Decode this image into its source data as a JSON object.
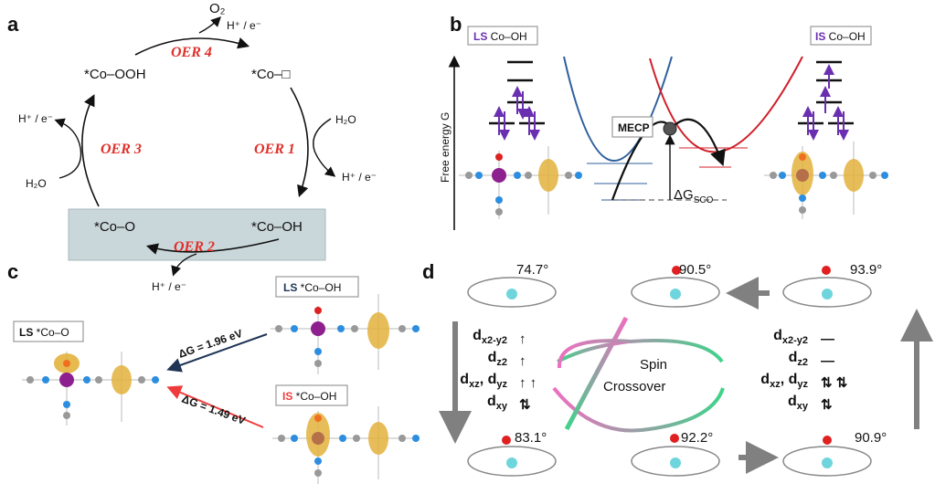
{
  "panel_labels": {
    "a": "a",
    "b": "b",
    "c": "c",
    "d": "d"
  },
  "panel_a": {
    "species": {
      "co_ooh": "*Co–OOH",
      "co_vac": "*Co–□",
      "co_oh": "*Co–OH",
      "co_o": "*Co–O"
    },
    "steps": {
      "oer1": "OER 1",
      "oer2": "OER 2",
      "oer3": "OER 3",
      "oer4": "OER 4"
    },
    "reagents": {
      "o2": "O₂",
      "h_e_top": "H⁺ / e⁻",
      "h2o_right": "H₂O",
      "h_e_right": "H⁺ / e⁻",
      "h_e_left": "H⁺ / e⁻",
      "h2o_left": "H₂O",
      "h_e_bottom": "H⁺ / e⁻"
    },
    "highlight_color": "#c9d6da"
  },
  "panel_b": {
    "ls_box": {
      "prefix": "LS",
      "text": " Co–OH"
    },
    "is_box": {
      "prefix": "IS",
      "text": " Co–OH"
    },
    "y_axis_label": "Free energy G",
    "mecp_label": "MECP",
    "delta_g_label": "ΔG",
    "delta_g_sub": "SCO",
    "colors": {
      "ls_curve": "#2f5f9e",
      "is_curve": "#d0202a",
      "spin": "#6a2fb0"
    }
  },
  "panel_c": {
    "product_box": {
      "prefix": "LS",
      "text": " *Co–O"
    },
    "ls_box": {
      "prefix": "LS",
      "text": " *Co–OH"
    },
    "is_box": {
      "prefix": "IS",
      "text": " *Co–OH"
    },
    "ls_path_energy": "ΔG = 1.96 eV",
    "is_path_energy": "ΔG = 1.49 eV",
    "colors": {
      "ls_arrow": "#1f3556",
      "is_arrow": "#ef3b3b"
    }
  },
  "panel_d": {
    "angles": [
      "74.7°",
      "90.5°",
      "93.9°",
      "83.1°",
      "92.2°",
      "90.9°"
    ],
    "center_label_line1": "Spin",
    "center_label_line2": "Crossover",
    "left_orbitals": [
      {
        "name": "d",
        "sub": "x2-y2",
        "occupancy": "↑"
      },
      {
        "name": "d",
        "sub": "z2",
        "occupancy": "↑"
      },
      {
        "name": "d",
        "sub": "xz",
        "name2": ", d",
        "sub2": "yz",
        "occupancy": "↑ ↑"
      },
      {
        "name": "d",
        "sub": "xy",
        "occupancy": "⇅"
      }
    ],
    "right_orbitals": [
      {
        "name": "d",
        "sub": "x2-y2",
        "occupancy": "—"
      },
      {
        "name": "d",
        "sub": "z2",
        "occupancy": "—"
      },
      {
        "name": "d",
        "sub": "xz",
        "name2": ", d",
        "sub2": "yz",
        "occupancy": "⇅ ⇅"
      },
      {
        "name": "d",
        "sub": "xy",
        "occupancy": "⇅"
      }
    ]
  }
}
